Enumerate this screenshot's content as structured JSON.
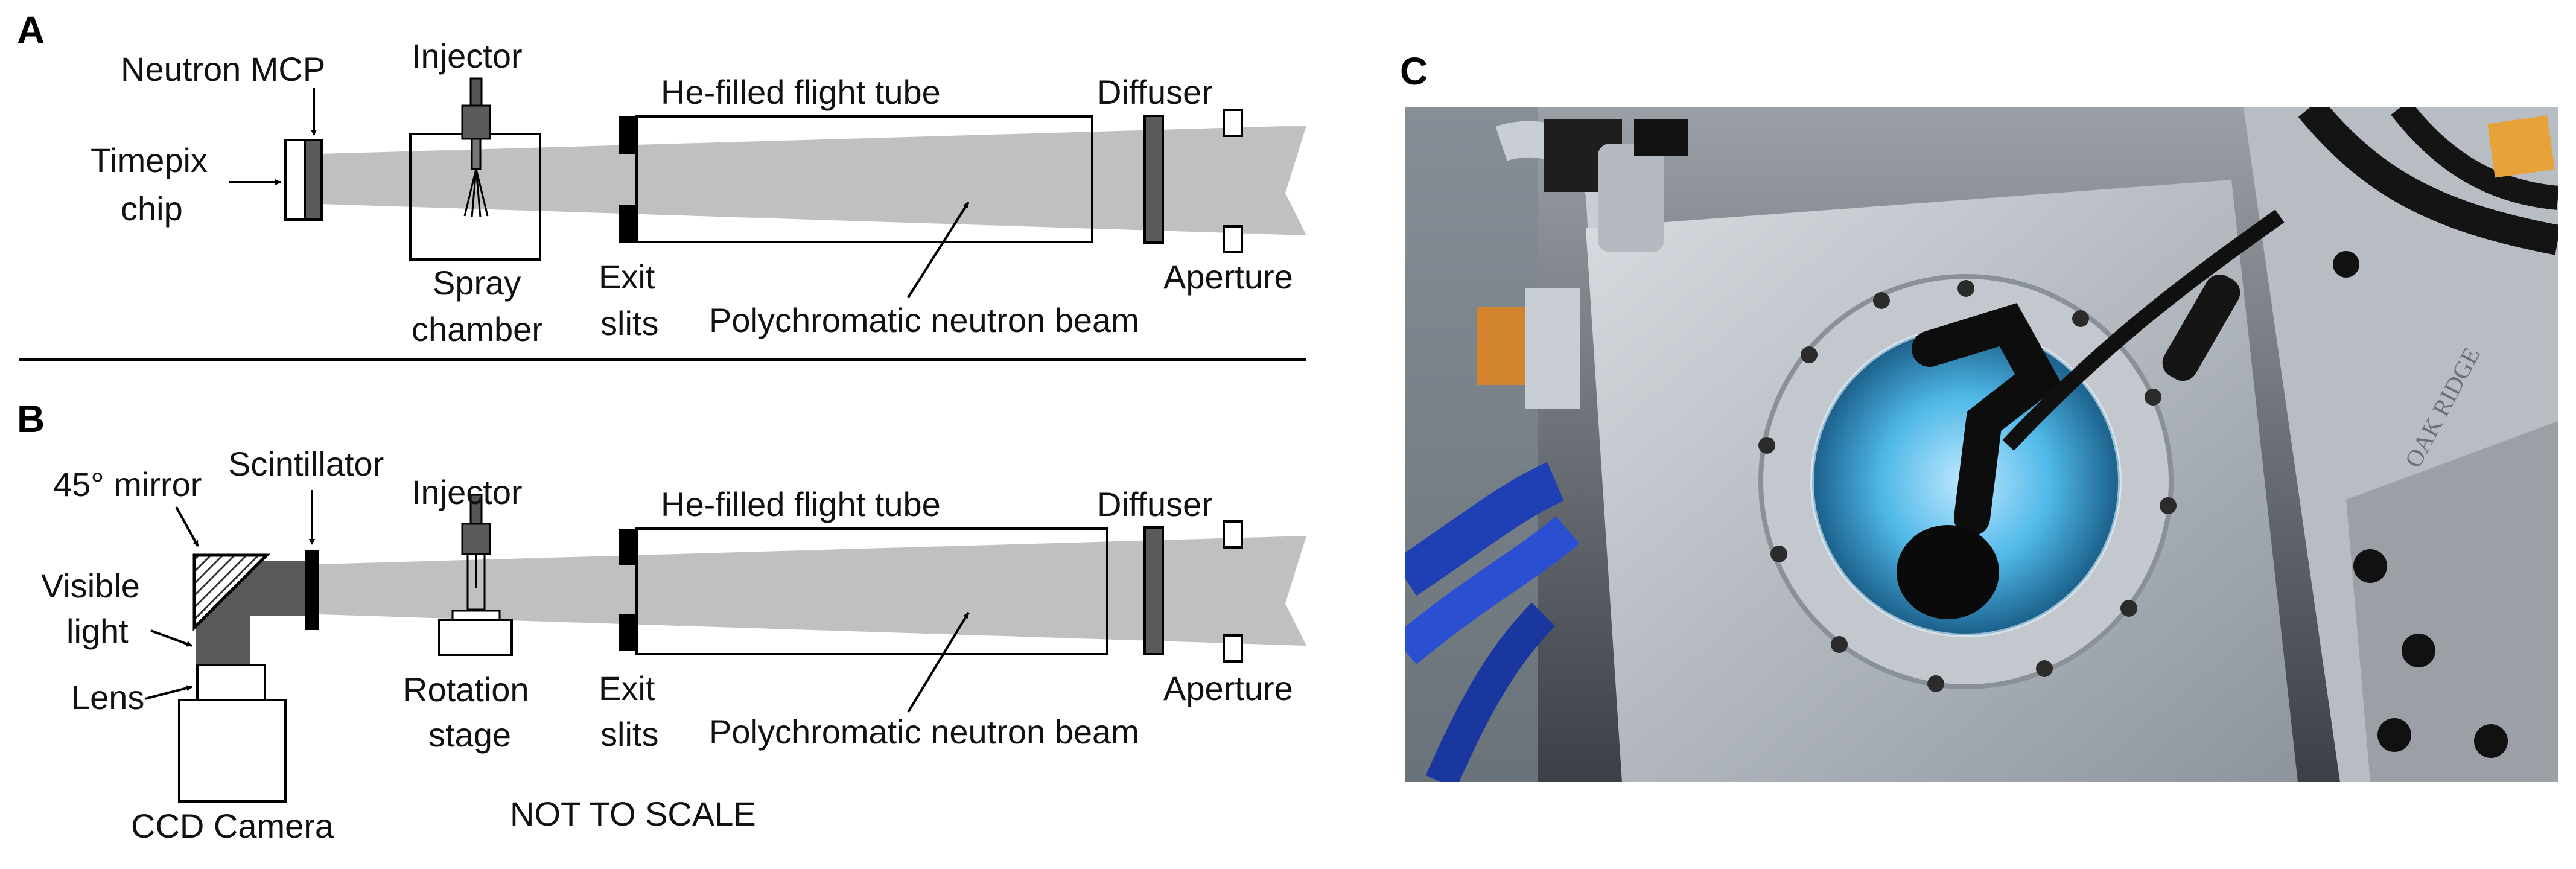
{
  "panels": {
    "a": {
      "letter": "A",
      "neutron_mcp": "Neutron MCP",
      "timepix_line1": "Timepix",
      "timepix_line2": "chip",
      "injector": "Injector",
      "spray_line1": "Spray",
      "spray_line2": "chamber",
      "exit_line1": "Exit",
      "exit_line2": "slits",
      "flight_tube": "He-filled flight tube",
      "diffuser": "Diffuser",
      "aperture": "Aperture",
      "beam": "Polychromatic neutron beam"
    },
    "b": {
      "letter": "B",
      "mirror": "45° mirror",
      "scintillator": "Scintillator",
      "visible_line1": "Visible",
      "visible_line2": "light",
      "lens": "Lens",
      "ccd": "CCD Camera",
      "injector": "Injector",
      "rotation_line1": "Rotation",
      "rotation_line2": "stage",
      "exit_line1": "Exit",
      "exit_line2": "slits",
      "flight_tube": "He-filled flight tube",
      "diffuser": "Diffuser",
      "aperture": "Aperture",
      "beam": "Polychromatic neutron beam",
      "scale_note": "NOT TO SCALE"
    },
    "c": {
      "letter": "C",
      "photo_engraving": "OAK RIDGE"
    }
  },
  "colors": {
    "beam": "#c0c0c0",
    "dark_component": "#5a5a5a",
    "black": "#000000",
    "glow": "#4fb8e8"
  }
}
